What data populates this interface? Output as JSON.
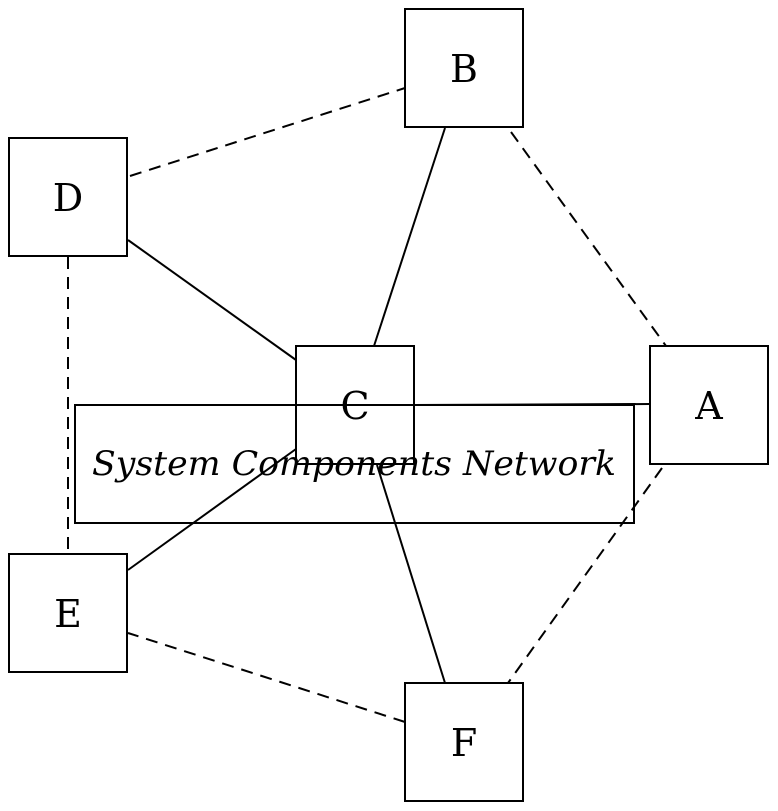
{
  "diagram": {
    "title": "System Components Network",
    "nodes": [
      {
        "id": "A",
        "label": "A"
      },
      {
        "id": "B",
        "label": "B"
      },
      {
        "id": "C",
        "label": "C"
      },
      {
        "id": "D",
        "label": "D"
      },
      {
        "id": "E",
        "label": "E"
      },
      {
        "id": "F",
        "label": "F"
      }
    ],
    "edges": [
      {
        "from": "C",
        "to": "A",
        "style": "solid"
      },
      {
        "from": "C",
        "to": "B",
        "style": "solid"
      },
      {
        "from": "C",
        "to": "D",
        "style": "solid"
      },
      {
        "from": "C",
        "to": "E",
        "style": "solid"
      },
      {
        "from": "C",
        "to": "F",
        "style": "solid"
      },
      {
        "from": "D",
        "to": "B",
        "style": "dashed"
      },
      {
        "from": "B",
        "to": "A",
        "style": "dashed"
      },
      {
        "from": "A",
        "to": "F",
        "style": "dashed"
      },
      {
        "from": "F",
        "to": "E",
        "style": "dashed"
      },
      {
        "from": "E",
        "to": "D",
        "style": "dashed"
      }
    ]
  }
}
